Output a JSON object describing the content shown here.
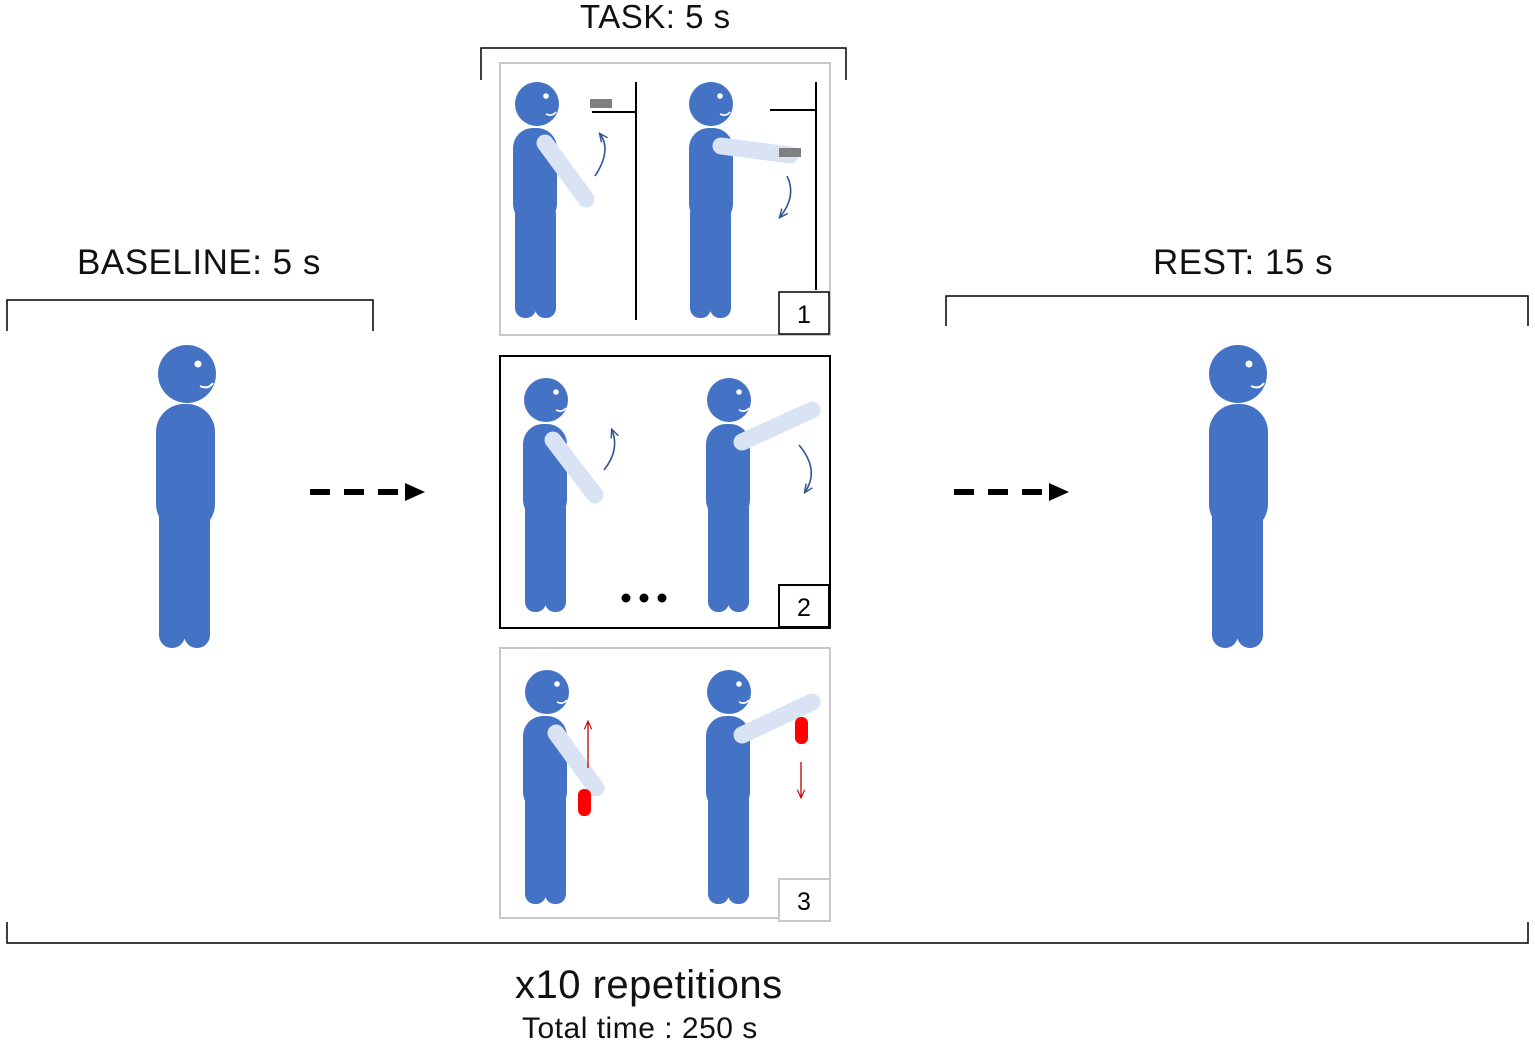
{
  "phases": {
    "task": "TASK: 5 s",
    "baseline": "BASELINE: 5 s",
    "rest": "REST: 15 s"
  },
  "panels": [
    {
      "number": "1"
    },
    {
      "number": "2"
    },
    {
      "number": "3"
    }
  ],
  "footer": {
    "repetitions": "x10 repetitions",
    "total_time": "Total time :  250 s"
  },
  "colors": {
    "figure": "#4472C4",
    "arm": "#DAE3F3",
    "object": "#808080",
    "band": "#FF0000",
    "arrow": "#2F5597",
    "band_arrow": "#C00000"
  }
}
